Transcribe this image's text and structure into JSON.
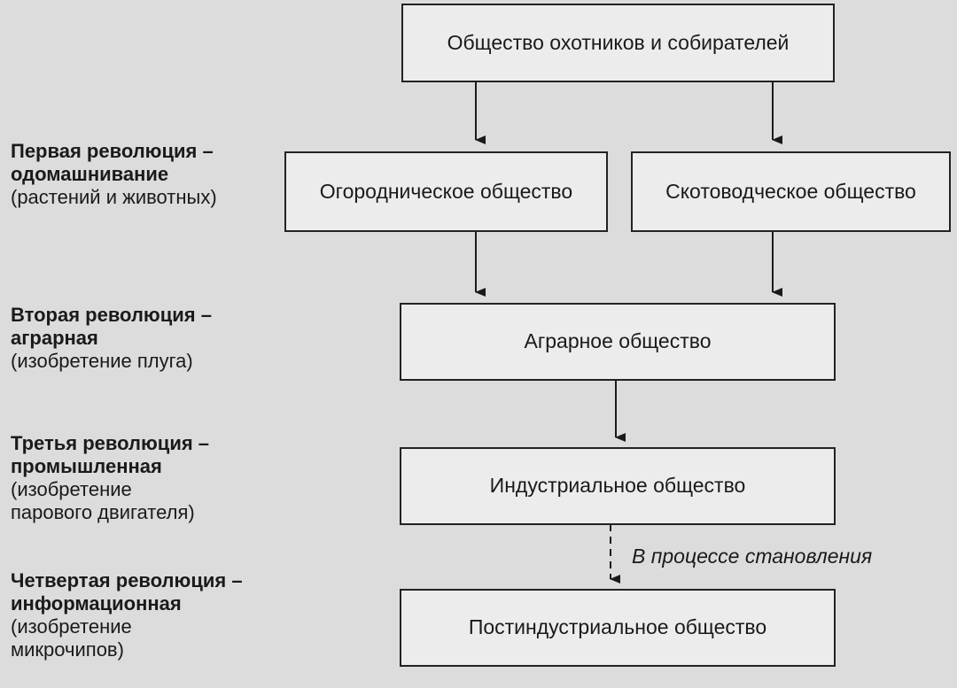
{
  "nodes": {
    "hunters": "Общество охотников и собирателей",
    "horticultural": "Огородническое общество",
    "pastoral": "Скотоводческое общество",
    "agrarian": "Аграрное общество",
    "industrial": "Индустриальное общество",
    "postindustrial": "Постиндустриальное общество"
  },
  "revolutions": [
    {
      "title_1": "Первая революция –",
      "title_2": "одомашнивание",
      "desc_1": "(растений и животных)"
    },
    {
      "title_1": "Вторая революция –",
      "title_2": "аграрная",
      "desc_1": "(изобретение плуга)"
    },
    {
      "title_1": "Третья революция –",
      "title_2": "промышленная",
      "desc_1": "(изобретение",
      "desc_2": "парового двигателя)"
    },
    {
      "title_1": "Четвертая революция –",
      "title_2": "информационная",
      "desc_1": "(изобретение",
      "desc_2": "микрочипов)"
    }
  ],
  "note": "В процессе становления"
}
